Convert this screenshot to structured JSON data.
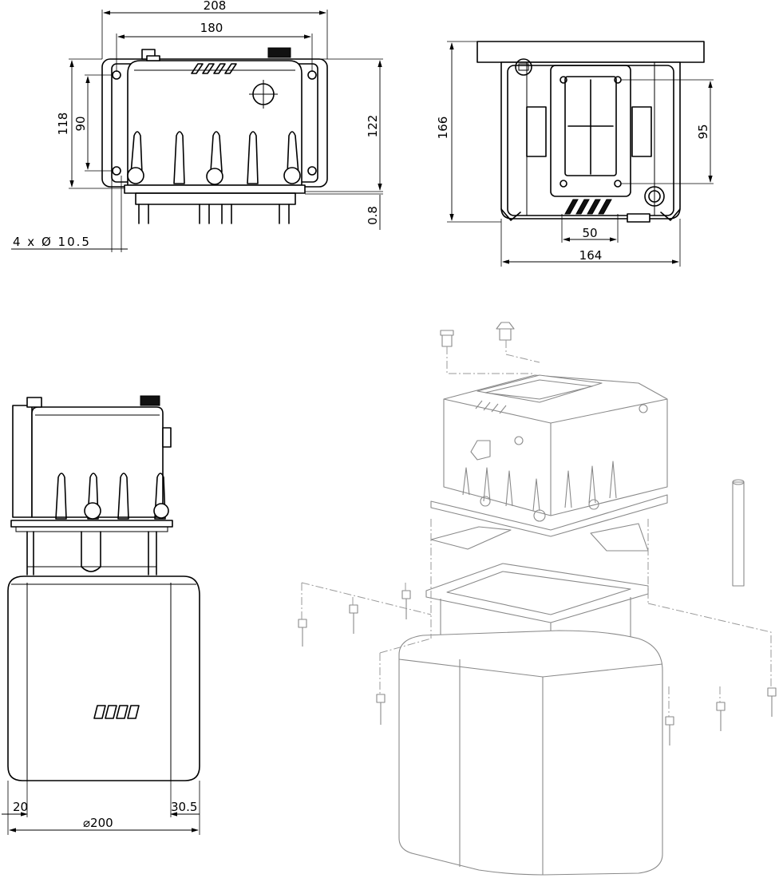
{
  "front_view": {
    "width_overall": "208",
    "width_holes": "180",
    "height_overall": "118",
    "height_holes": "90",
    "height_right": "122",
    "gap": "0.8",
    "holes": "4 x Ø 10.5"
  },
  "top_view": {
    "height": "166",
    "hole_spacing": "95",
    "slot_width": "50",
    "width": "164"
  },
  "side_view": {
    "left_offset": "20",
    "right_offset": "30.5",
    "tank_size": "⌀200"
  }
}
